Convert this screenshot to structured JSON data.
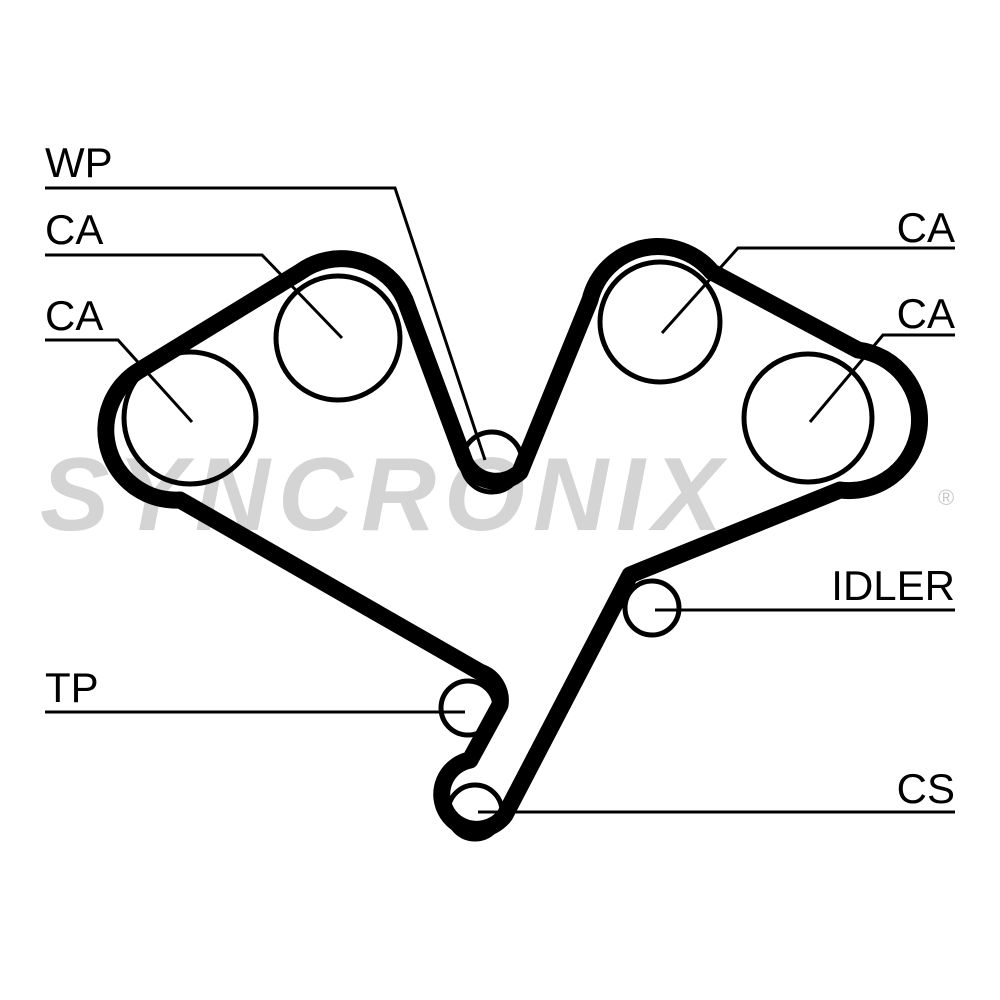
{
  "watermark": {
    "brand": "SYNCRONIX",
    "registered": "®"
  },
  "labels": {
    "wp": "WP",
    "ca_top_left": "CA",
    "ca_mid_left": "CA",
    "ca_top_right": "CA",
    "ca_mid_right": "CA",
    "idler": "IDLER",
    "tp": "TP",
    "cs": "CS"
  },
  "colors": {
    "belt": "#000000",
    "watermark": "#d4d4d4",
    "background": "#ffffff"
  }
}
